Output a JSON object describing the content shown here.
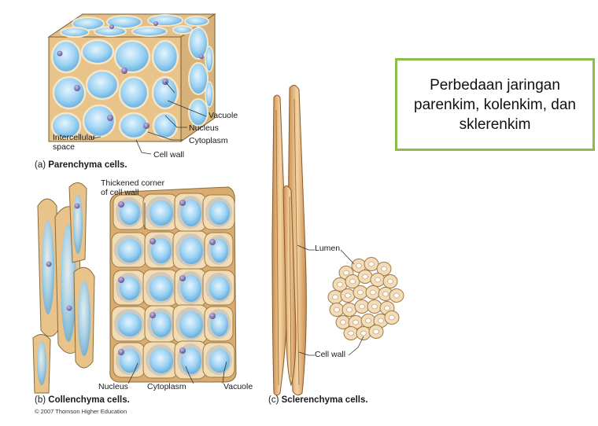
{
  "title_box": {
    "text": "Perbedaan jaringan parenkim, kolenkim, dan sklerenkim",
    "border_color": "#8cbd4c"
  },
  "parenchyma": {
    "caption_letter": "(a)",
    "caption_name": "Parenchyma cells.",
    "labels": {
      "vacuole": "Vacuole",
      "nucleus": "Nucleus",
      "cytoplasm": "Cytoplasm",
      "cell_wall": "Cell wall",
      "intercellular_1": "Intercellular",
      "intercellular_2": "space"
    }
  },
  "collenchyma": {
    "caption_letter": "(b)",
    "caption_name": "Collenchyma cells.",
    "labels": {
      "thickened_1": "Thickened corner",
      "thickened_2": "of cell wall",
      "nucleus": "Nucleus",
      "cytoplasm": "Cytoplasm",
      "vacuole": "Vacuole"
    }
  },
  "sclerenchyma": {
    "caption_letter": "(c)",
    "caption_name": "Sclerenchyma cells.",
    "labels": {
      "lumen": "Lumen",
      "cell_wall": "Cell wall"
    }
  },
  "copyright": "© 2007 Thomson Higher Education",
  "colors": {
    "wall": "#e8c48a",
    "wall_dark": "#b98a4e",
    "vacuole": "#8cc8ee",
    "vacuole_light": "#cfe9fb",
    "nucleus": "#7b6aa8",
    "cytoplasm": "#d9d2c6"
  }
}
